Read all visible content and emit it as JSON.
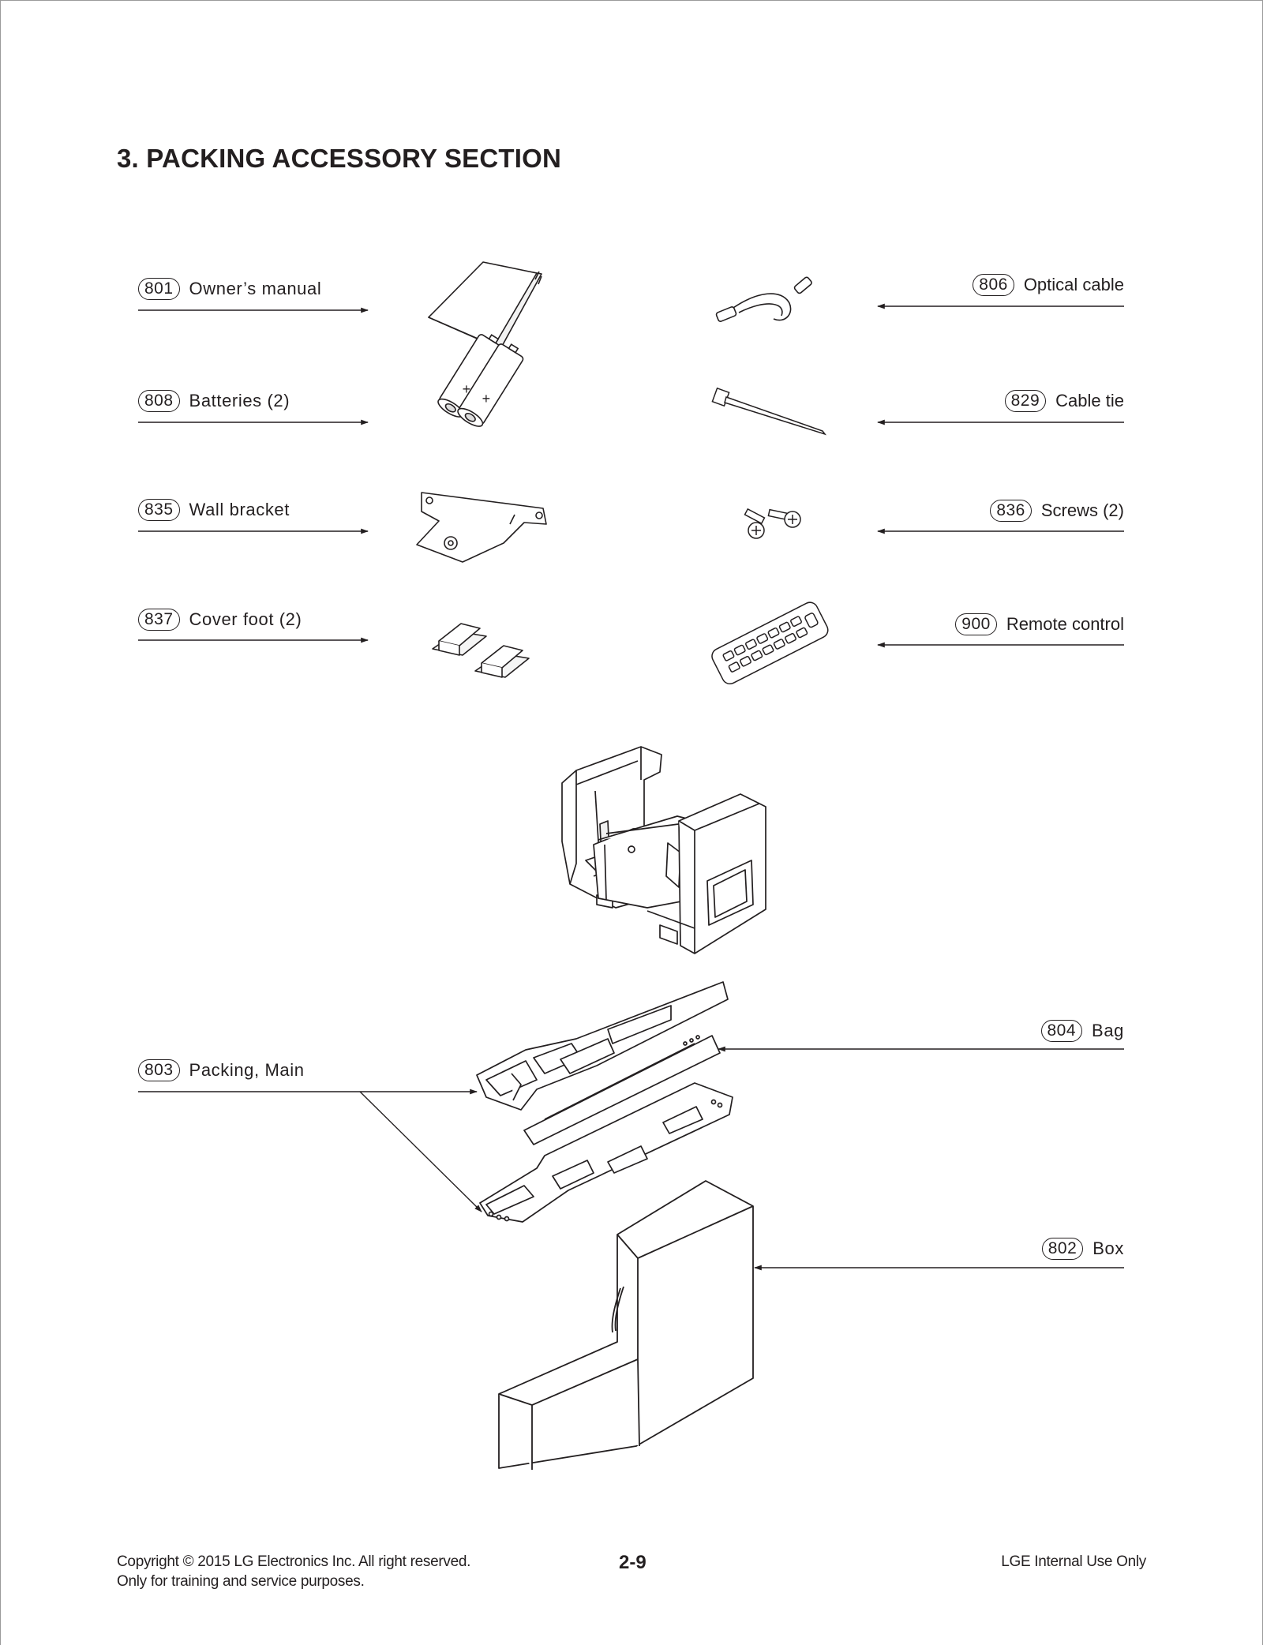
{
  "page": {
    "title": "3. PACKING ACCESSORY SECTION",
    "page_number": "2-9"
  },
  "parts": [
    {
      "num": "801",
      "label": "Owner’s manual"
    },
    {
      "num": "808",
      "label": "Batteries (2)"
    },
    {
      "num": "835",
      "label": "Wall bracket"
    },
    {
      "num": "837",
      "label": "Cover foot (2)"
    },
    {
      "num": "806",
      "label": "Optical cable"
    },
    {
      "num": "829",
      "label": "Cable tie"
    },
    {
      "num": "836",
      "label": "Screws (2)"
    },
    {
      "num": "900",
      "label": "Remote control"
    },
    {
      "num": "804",
      "label": "Bag"
    },
    {
      "num": "803",
      "label": "Packing, Main"
    },
    {
      "num": "802",
      "label": "Box"
    }
  ],
  "footer": {
    "copyright": "Copyright © 2015 LG Electronics Inc. All right reserved.",
    "purpose": "Only for training and service purposes.",
    "internal": "LGE Internal Use Only"
  }
}
